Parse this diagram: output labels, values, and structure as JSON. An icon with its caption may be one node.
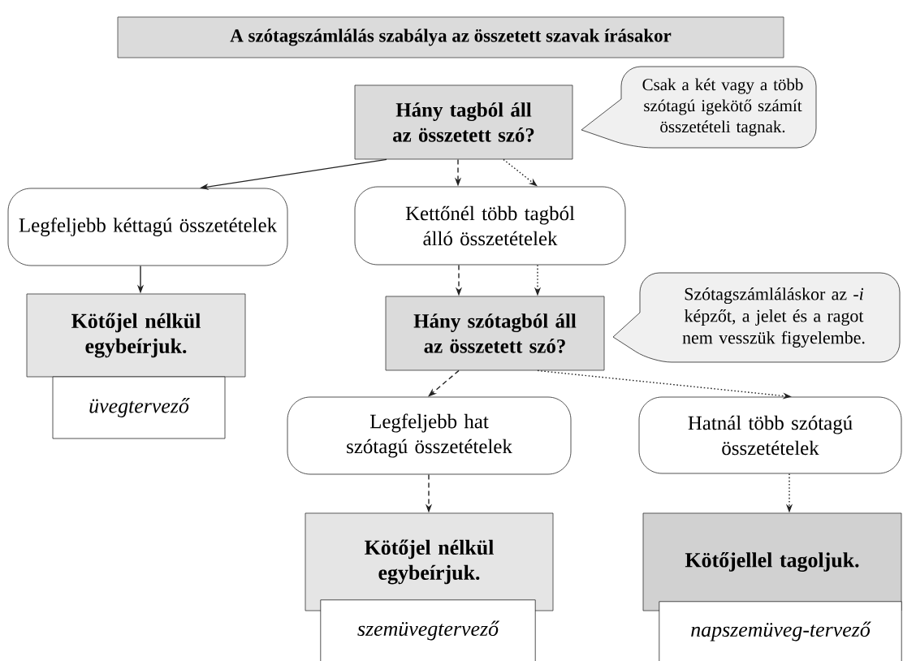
{
  "diagram": {
    "title": "A szótagszámlálás szabálya az összetett szavak írásakor",
    "nodes": [
      {
        "text": [
          "Hány tagból áll az összetett szó?"
        ]
      },
      {
        "text": [
          "Csak a két vagy a több szótagú igekötő számít összetételi tagnak."
        ]
      },
      {
        "text": [
          "Legfeljebb kéttagú összetételek"
        ]
      },
      {
        "text": [
          "Kettőnél több tagból álló összetételek"
        ]
      },
      {
        "text": [
          "Kötőjel nélkül egybeírjuk."
        ]
      },
      {
        "text": [
          "üvegtervező"
        ]
      },
      {
        "text": [
          "Hány szótagból áll az összetett szó?"
        ]
      },
      {
        "text": [
          "Szótagszámláláskor az *-i* képzőt, a jelet és a ragot nem vesszük figyelembe."
        ]
      },
      {
        "text": [
          "Legfeljebb hat szótagú összetételek"
        ]
      },
      {
        "text": [
          "Hatnál több szótagú összetételek"
        ]
      },
      {
        "text": [
          "Kötőjel nélkül egybeírjuk."
        ]
      },
      {
        "text": [
          "szemüvegtervező"
        ]
      },
      {
        "text": [
          "Kötőjellel tagoljuk."
        ]
      },
      {
        "text": [
          "napszemüveg-tervező"
        ]
      }
    ],
    "edges": [
      {
        "from": 0,
        "to": 2,
        "arrow": "to"
      },
      {
        "from": 0,
        "to": 3,
        "arrow": "to",
        "style": "dashed"
      },
      {
        "from": 0,
        "to": 3,
        "arrow": "to",
        "style": "dashed"
      },
      {
        "from": 2,
        "to": 4,
        "arrow": "to"
      },
      {
        "from": 3,
        "to": 6,
        "arrow": "to",
        "style": "dashed"
      },
      {
        "from": 3,
        "to": 6,
        "arrow": "to",
        "style": "dashed"
      },
      {
        "from": 6,
        "to": 8,
        "arrow": "to",
        "style": "dashed"
      },
      {
        "from": 6,
        "to": 9,
        "arrow": "to",
        "style": "dashed"
      },
      {
        "from": 8,
        "to": 10,
        "arrow": "to",
        "style": "dashed"
      },
      {
        "from": 9,
        "to": 12,
        "arrow": "to",
        "style": "dashed"
      }
    ]
  }
}
